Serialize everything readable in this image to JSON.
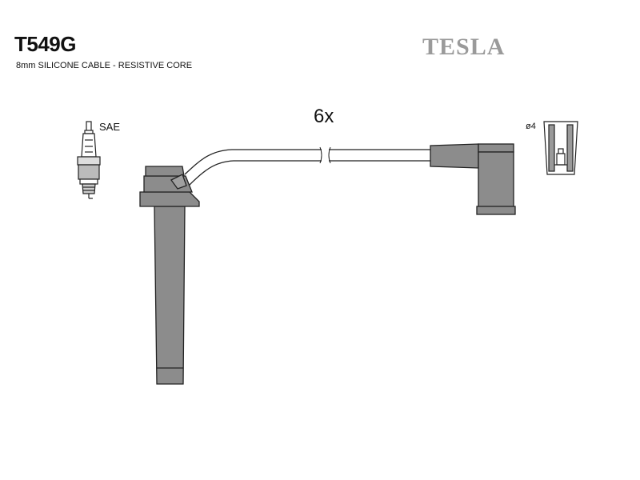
{
  "header": {
    "part_number": "T549G",
    "description": "8mm SILICONE CABLE - RESISTIVE CORE",
    "brand": "TESLA"
  },
  "diagram": {
    "quantity_label": "6x",
    "plug_type_label": "SAE",
    "terminal_label": "ø4",
    "colors": {
      "boot_fill": "#8c8c8c",
      "cable_fill": "#ffffff",
      "stroke": "#222222",
      "brand_color": "#9a9a9a"
    }
  }
}
